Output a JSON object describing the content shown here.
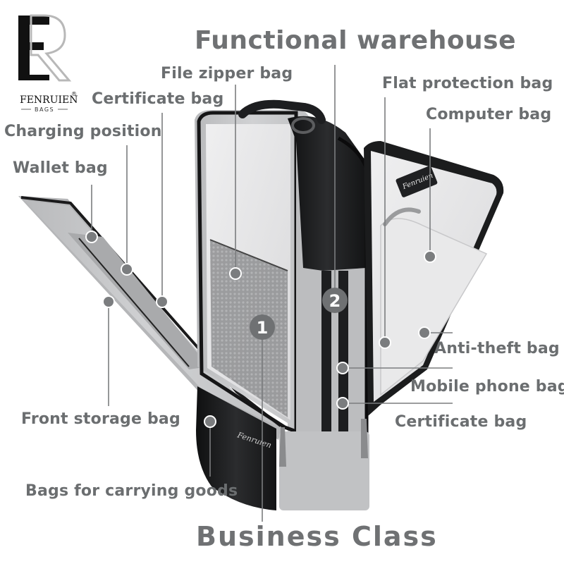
{
  "brand": {
    "name": "FENRUIEN",
    "registered": "®",
    "sub": "BAGS",
    "bag_print": "Fenruien",
    "patch_text": "Fenruien"
  },
  "headline": "Functional warehouse",
  "footline": "Business Class",
  "labels": {
    "file_zipper_bag": "File zipper bag",
    "certificate_bag_left": "Certificate bag",
    "charging_position": "Charging position",
    "wallet_bag": "Wallet bag",
    "front_storage_bag": "Front storage bag",
    "bags_for_carrying_goods": "Bags for carrying goods",
    "flat_protection_bag": "Flat protection bag",
    "computer_bag": "Computer bag",
    "anti_theft_bag": "Anti-theft bag",
    "mobile_phone_bag": "Mobile phone bag",
    "certificate_bag_right": "Certificate bag"
  },
  "markers": [
    "1",
    "2"
  ],
  "colors": {
    "text": "#6b6e70",
    "fabric": "#c4c5c7",
    "lining": "#e7e7e8",
    "leather": "#1e1f21",
    "callout": "#7b7d7f"
  }
}
